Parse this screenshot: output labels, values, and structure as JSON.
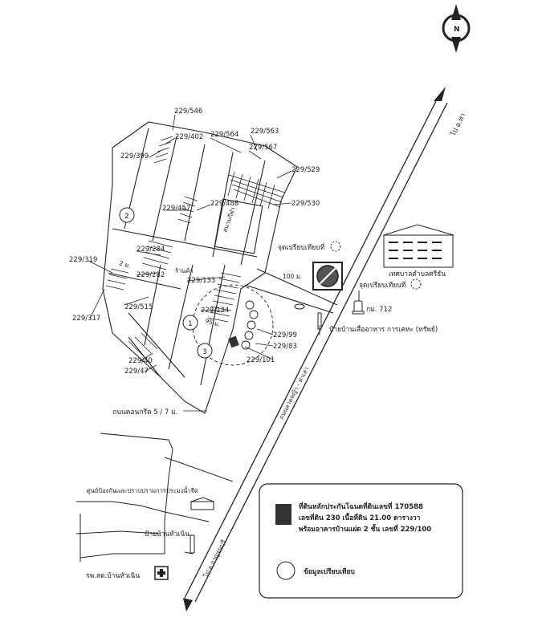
{
  "map": {
    "north_label": "N",
    "plot_labels": [
      "229/546",
      "229/402",
      "229/564",
      "229/563",
      "229/567",
      "229/399",
      "229/529",
      "229/457",
      "229/488",
      "229/530",
      "229/319",
      "229/284",
      "229/282",
      "229/133",
      "229/317",
      "229/515",
      "229/134",
      "229/99",
      "229/83",
      "229/101",
      "229/40",
      "229/47"
    ],
    "circle_numbers": [
      "1",
      "2",
      "3"
    ],
    "road_names": {
      "main_road": "ถนนลาดหญ้า - ท่าเสา",
      "concrete_road": "ถนนคอนกรีต 5 / 7 ม.",
      "to_north": "ไป อ.ท่า",
      "to_south": "ไป อ.กาญจนบุรี"
    },
    "distances": {
      "d95": "95 ม.",
      "d100": "100 ม.",
      "d2": "2 ม."
    },
    "places": {
      "municipality": "เทศบาลตำบลศรีธัน",
      "compare_point_top": "จุดเปรียบเทียบที่",
      "compare_point_right": "จุดเปรียบเทียบที่",
      "km_marker": "กม. 712",
      "bus_stop": "ป้ายบ้านเสื่ออาหาร การเคหะ (ทรัพย์)",
      "temple": "ร้านค้า",
      "public_park": "สนามกีฬา",
      "support_center": "ศูนย์ป้องกันและปราบปรามการประมงน้ำจืด",
      "village_sign": "ป้ายบ้านหัวเนิน",
      "hospital": "รพ.สต.บ้านหัวเนิน"
    },
    "legend": {
      "subject_line1": "ที่ดินหลักประกันโฉนดที่ดินเลขที่ 170588",
      "subject_line2": "เลขที่ดิน 230 เนื้อที่ดิน 21.00 ตารางวา",
      "subject_line3": "พร้อมอาคารบ้านแฝด 2 ชั้น เลขที่ 229/100",
      "comparable_label": "ข้อมูลเปรียบเทียบ"
    },
    "colors": {
      "ink": "#222222",
      "subject_fill": "#333333"
    }
  }
}
